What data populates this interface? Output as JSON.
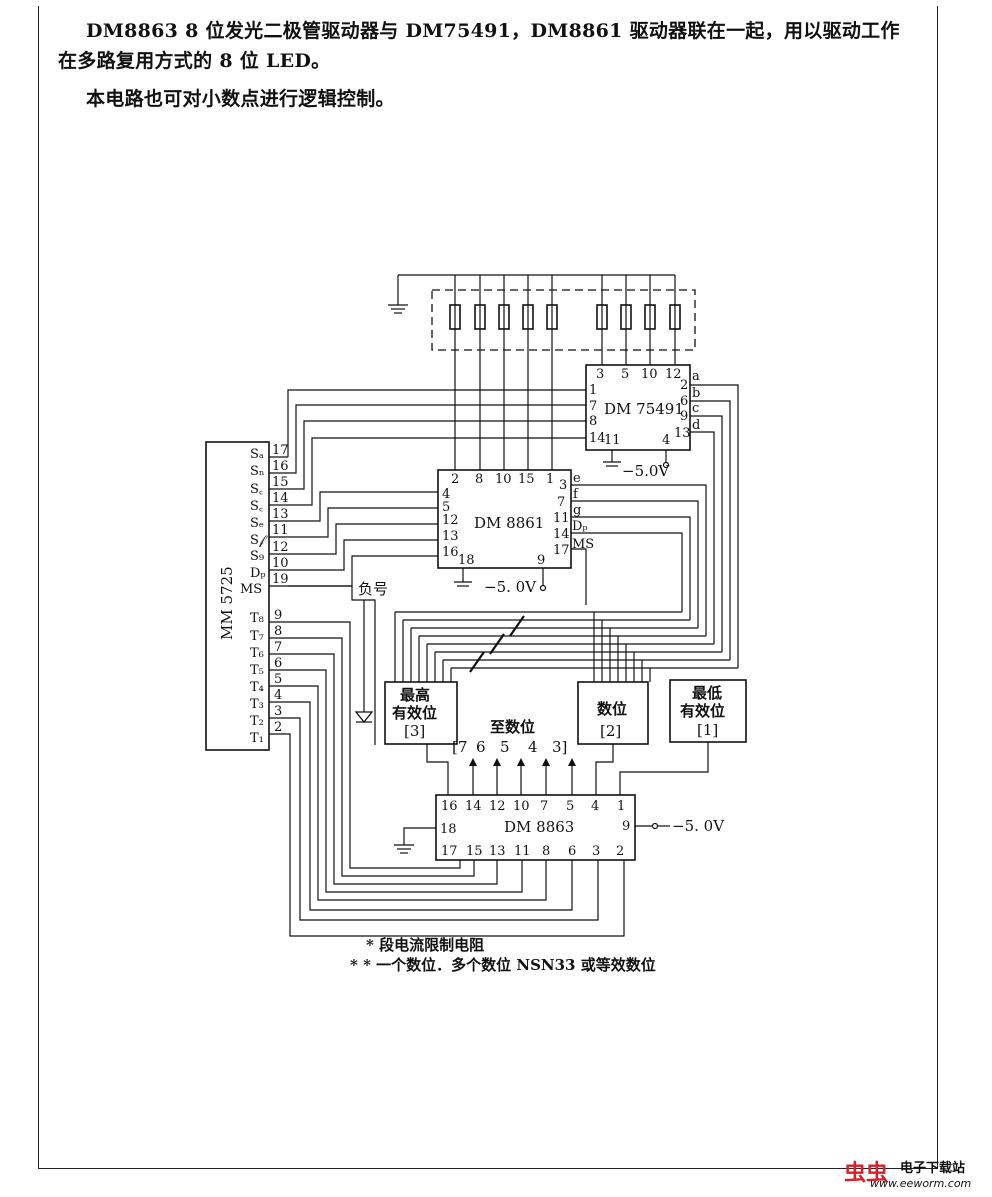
{
  "intro": {
    "para1": "DM8863 8 位发光二极管驱动器与 DM75491，DM8861 驱动器联在一起，用以驱动工作在多路复用方式的 8 位 LED。",
    "para2": "本电路也可对小数点进行逻辑控制。"
  },
  "chips": {
    "mm5725": {
      "name": "MM 5725"
    },
    "dm75491": {
      "name": "DM 75491"
    },
    "dm8861": {
      "name": "DM 8861"
    },
    "dm8863": {
      "name": "DM 8863"
    }
  },
  "displays": {
    "msd": {
      "line1": "最高",
      "line2": "有效位",
      "index": "[3]"
    },
    "mid": {
      "line1": "数位",
      "index": "[2]"
    },
    "lsd": {
      "line1": "最低",
      "line2": "有效位",
      "index": "[1]"
    }
  },
  "labels": {
    "neg_sign": "负号",
    "to_digits": "至数位",
    "v5_a": "−5.0V",
    "v5_b": "−5. 0V",
    "v5_c": "−5. 0V"
  },
  "footnotes": {
    "note1": "* 段电流限制电阻",
    "note2": "* *    一个数位．多个数位 NSN33 或等效数位"
  },
  "watermark": {
    "logo": "虫虫",
    "title": "电子下载站",
    "url": "www.eeworm.com"
  }
}
